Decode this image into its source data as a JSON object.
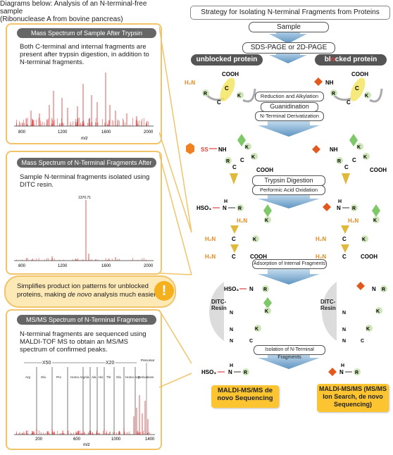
{
  "intro": {
    "line1": "Diagrams below: Analysis of an N-terminal-free sample",
    "line2": "(Ribonuclease A from bovine pancreas)"
  },
  "panel1": {
    "title": "Mass Spectrum of Sample After Trypsin Digestion",
    "body": "Both C-terminal and internal fragments are present after trypsin digestion, in addition to N-terminal fragments.",
    "axis_ticks": [
      "800",
      "1200",
      "1600",
      "2000"
    ],
    "axis_label": "m/z"
  },
  "panel2": {
    "title": "Mass Spectrum of N-Terminal Fragments After Isolation",
    "body": "Sample N-terminal fragments isolated using DITC resin.",
    "peak_label": "1370.71",
    "axis_ticks": [
      "800",
      "1200",
      "1600",
      "2000"
    ],
    "axis_label": "m/z"
  },
  "callout": {
    "pre": "Simplifies product ion patterns for unblocked proteins, making ",
    "em": "de novo",
    "post": " analysis much easier.",
    "icon": "!"
  },
  "panel3": {
    "title": "MS/MS Spectrum of N-Terminal Fragments",
    "body": "N-terminal fragments are sequenced using MALDI-TOF MS to obtain an MS/MS spectrum of confirmed peaks.",
    "zoom1": "X50",
    "zoom2": "X20",
    "precursor": "Precursor",
    "peak_labels": [
      "Arg",
      "Glu",
      "Pro",
      "Homo Arg",
      "Ala",
      "Ala",
      "His",
      "Thr",
      "Glu",
      "Homo Arg",
      "Derivatives"
    ],
    "axis_ticks": [
      "200",
      "600",
      "1000",
      "1400"
    ],
    "axis_label": "m/z"
  },
  "flow": {
    "title": "Strategy for Isolating N-terminal Fragments from Proteins",
    "sample": "Sample",
    "gel": "SDS-PAGE or 2D-PAGE",
    "unblocked": "unblocked protein",
    "blocked_pre": "bl",
    "blocked_o": "o",
    "blocked_post": "cked protein",
    "step1": "Reduction and Alkylation",
    "step2": "Guanidination",
    "step3": "N-Terminal Derivatization",
    "step4": "Trypsin Digestion",
    "step5": "Performic Acid Oxidation",
    "step6": "Adsorption of Internal Fragments",
    "step7": "Isolation of N-Terminal Fragments",
    "resin": "DITC-Resin",
    "result_left": "MALDI-MS/MS de novo Sequencing",
    "result_right": "MALDI-MS/MS (MS/MS Ion Search, de novo Sequencing)"
  },
  "chem": {
    "h2n": "H₂N",
    "nh": "NH",
    "h": "H",
    "n": "N",
    "c": "C",
    "r": "R",
    "k": "K",
    "cooh": "COOH",
    "ss": "SS",
    "hso3": "HSO₃"
  },
  "colors": {
    "panel_border": "#f2c46a",
    "callout_bg": "#fde9b6",
    "result_bg": "#fbc430",
    "arrow": "#6aa0c8",
    "spectrum": "#e03030"
  }
}
